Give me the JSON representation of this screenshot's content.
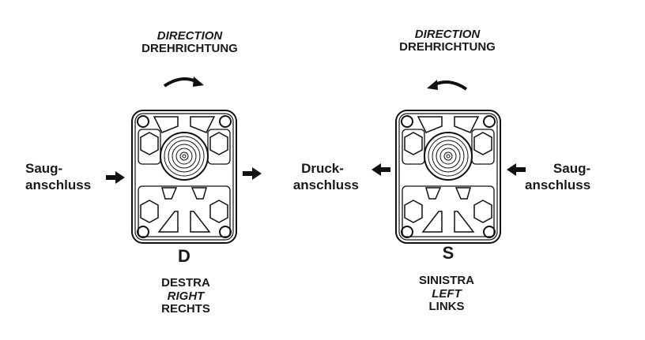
{
  "left_pump": {
    "direction_en": "DIRECTION",
    "direction_de": "DREHRICHTUNG",
    "rotation": "clockwise",
    "inlet_label_1": "Saug-",
    "inlet_label_2": "anschluss",
    "code_letter": "D",
    "name_it": "DESTRA",
    "name_en": "RIGHT",
    "name_de": "RECHTS"
  },
  "center": {
    "outlet_label_1": "Druck-",
    "outlet_label_2": "anschluss"
  },
  "right_pump": {
    "direction_en": "DIRECTION",
    "direction_de": "DREHRICHTUNG",
    "rotation": "counter-clockwise",
    "inlet_label_1": "Saug-",
    "inlet_label_2": "anschluss",
    "code_letter": "S",
    "name_it": "SINISTRA",
    "name_en": "LEFT",
    "name_de": "LINKS"
  }
}
